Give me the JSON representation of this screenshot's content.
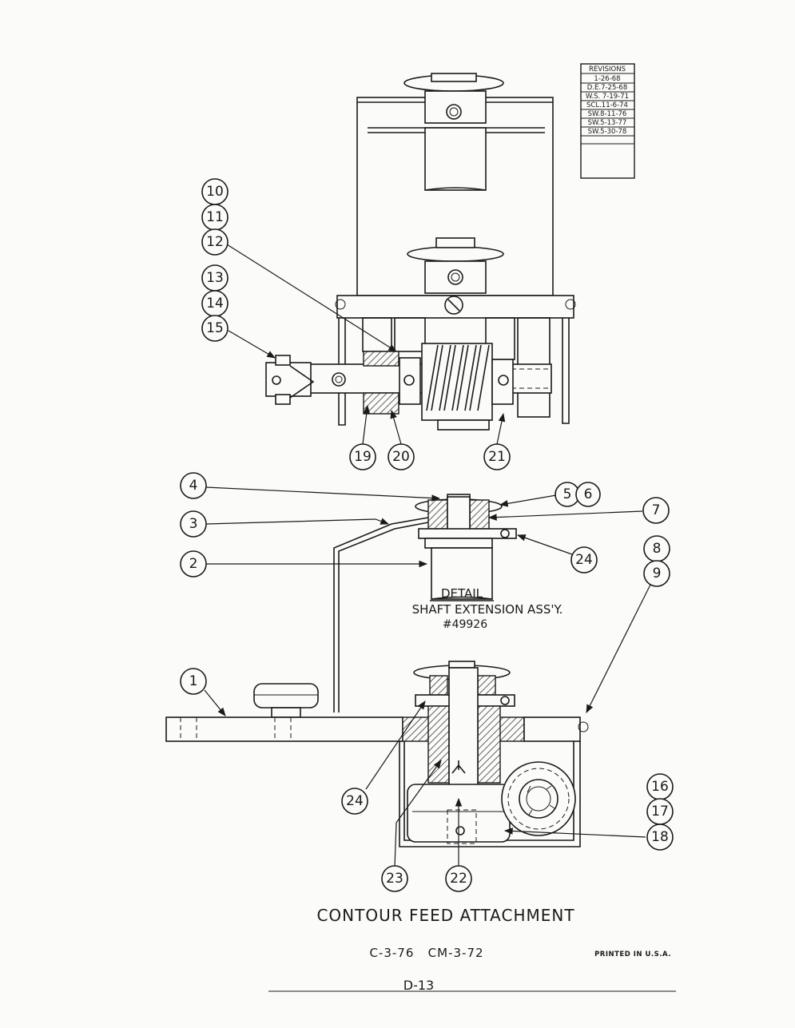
{
  "revisions": {
    "header": "REVISIONS",
    "entries": [
      "1-26-68",
      "D.E.7-25-68",
      "W.S. 7-19-71",
      "SCL.11-6-74",
      "SW.8-11-76",
      "SW.5-13-77",
      "SW.5-30-78"
    ]
  },
  "callouts": [
    "1",
    "2",
    "3",
    "4",
    "5",
    "6",
    "7",
    "8",
    "9",
    "10",
    "11",
    "12",
    "13",
    "14",
    "15",
    "16",
    "17",
    "18",
    "19",
    "20",
    "21",
    "22",
    "23",
    "24",
    "24"
  ],
  "detail": {
    "label": "DETAIL",
    "name": "SHAFT EXTENSION ASS'Y.",
    "part_number": "#49926"
  },
  "title": "CONTOUR FEED ATTACHMENT",
  "drawing_numbers": "C-3-76   CM-3-72",
  "printed": "PRINTED IN U.S.A.",
  "page_number": "D-13"
}
